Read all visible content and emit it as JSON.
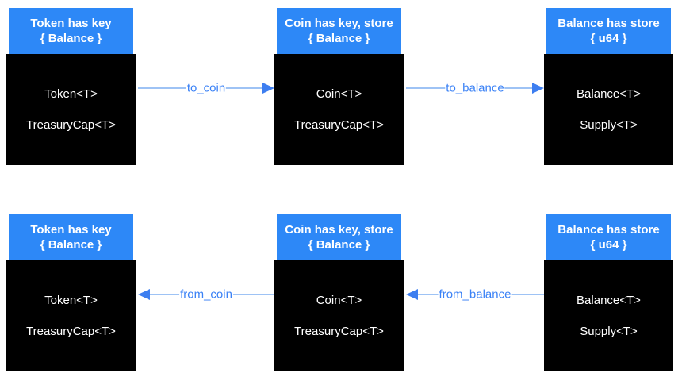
{
  "diagram": {
    "colors": {
      "header_blue": "#2d88f7",
      "body_black": "#000000",
      "text_white": "#ffffff",
      "arrow_line": "#9ec3f5",
      "arrow_head": "#3d7ef0",
      "label_blue": "#3b82f6",
      "canvas_bg": "#ffffff"
    },
    "rows": [
      {
        "boxes": [
          {
            "header_line1": "Token has key",
            "header_line2": "{ Balance }",
            "items": [
              "Token<T>",
              "TreasuryCap<T>"
            ]
          },
          {
            "header_line1": "Coin has key, store",
            "header_line2": "{ Balance }",
            "items": [
              "Coin<T>",
              "TreasuryCap<T>"
            ]
          },
          {
            "header_line1": "Balance has store",
            "header_line2": "{ u64 }",
            "items": [
              "Balance<T>",
              "Supply<T>"
            ]
          }
        ],
        "arrows": [
          {
            "label": "to_coin",
            "direction": "right"
          },
          {
            "label": "to_balance",
            "direction": "right"
          }
        ]
      },
      {
        "boxes": [
          {
            "header_line1": "Token has key",
            "header_line2": "{ Balance }",
            "items": [
              "Token<T>",
              "TreasuryCap<T>"
            ]
          },
          {
            "header_line1": "Coin has key, store",
            "header_line2": "{ Balance }",
            "items": [
              "Coin<T>",
              "TreasuryCap<T>"
            ]
          },
          {
            "header_line1": "Balance has store",
            "header_line2": "{ u64 }",
            "items": [
              "Balance<T>",
              "Supply<T>"
            ]
          }
        ],
        "arrows": [
          {
            "label": "from_coin",
            "direction": "left"
          },
          {
            "label": "from_balance",
            "direction": "left"
          }
        ]
      }
    ]
  }
}
